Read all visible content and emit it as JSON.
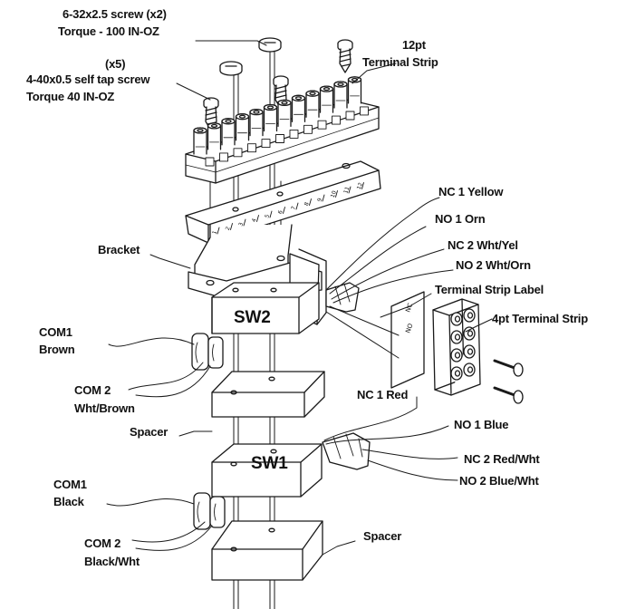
{
  "labels": {
    "screw_632": "6-32x2.5 screw (x2)",
    "torque_100": "Torque - 100 IN-OZ",
    "screw_count": "(x5)",
    "screw_440": "4-40x0.5 self tap screw",
    "torque_40": "Torque 40 IN-OZ",
    "strip12_line1": "12pt",
    "strip12_line2": "Terminal Strip",
    "nc1_yellow": "NC 1  Yellow",
    "no1_orn": "NO 1 Orn",
    "nc2_wht_yel": "NC 2 Wht/Yel",
    "no2_wht_orn": "NO 2 Wht/Orn",
    "bracket": "Bracket",
    "strip_label": "Terminal Strip Label",
    "strip4": "4pt Terminal Strip",
    "sw2": "SW2",
    "com1_brown_a": "COM1",
    "com1_brown_b": "Brown",
    "com2_wht_brown_a": "COM 2",
    "com2_wht_brown_b": "Wht/Brown",
    "nc1_red": "NC 1 Red",
    "spacer_top": "Spacer",
    "no1_blue": "NO 1 Blue",
    "sw1": "SW1",
    "nc2_red_wht": "NC 2 Red/Wht",
    "no2_blue_wht": "NO 2 Blue/Wht",
    "com1_black_a": "COM1",
    "com1_black_b": "Black",
    "com2_black_wht_a": "COM 2",
    "com2_black_wht_b": "Black/Wht",
    "spacer_bottom": "Spacer"
  },
  "strip_numbers": [
    "1",
    "2",
    "3",
    "4",
    "5",
    "6",
    "7",
    "8",
    "9",
    "10",
    "11",
    "12"
  ],
  "colors": {
    "line": "#1a1a1a",
    "fill": "#ffffff",
    "shade": "#d8d8d8"
  }
}
